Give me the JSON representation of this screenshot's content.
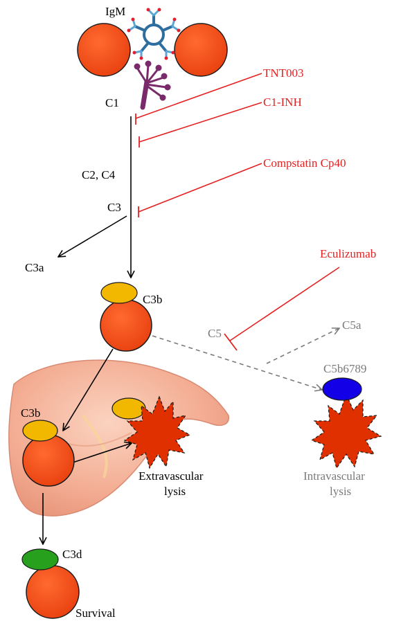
{
  "colors": {
    "cell": "#f04a1a",
    "cell_stroke": "#1a1a1a",
    "c3b": "#f2b800",
    "c3d": "#27a01e",
    "mac": "#1400e6",
    "lysis": "#e03000",
    "inhibitor": "#e52020",
    "grey": "#7a7a7a",
    "igm": "#2d6e9e",
    "c1": "#7a2a6a",
    "liver": "#f4b49c"
  },
  "labels": {
    "igm": "IgM",
    "c1": "C1",
    "c2c4": "C2, C4",
    "c3": "C3",
    "c3a": "C3a",
    "c3b_top": "C3b",
    "c3b_liver": "C3b",
    "c3d": "C3d",
    "survival": "Survival",
    "extravascular_line1": "Extravascular",
    "extravascular_line2": "lysis",
    "c5": "C5",
    "c5a": "C5a",
    "c5b6789": "C5b6789",
    "intravascular_line1": "Intravascular",
    "intravascular_line2": "lysis"
  },
  "inhibitors": {
    "tnt003": "TNT003",
    "c1inh": "C1-INH",
    "compstatin": "Compstatin Cp40",
    "eculizumab": "Eculizumab"
  }
}
